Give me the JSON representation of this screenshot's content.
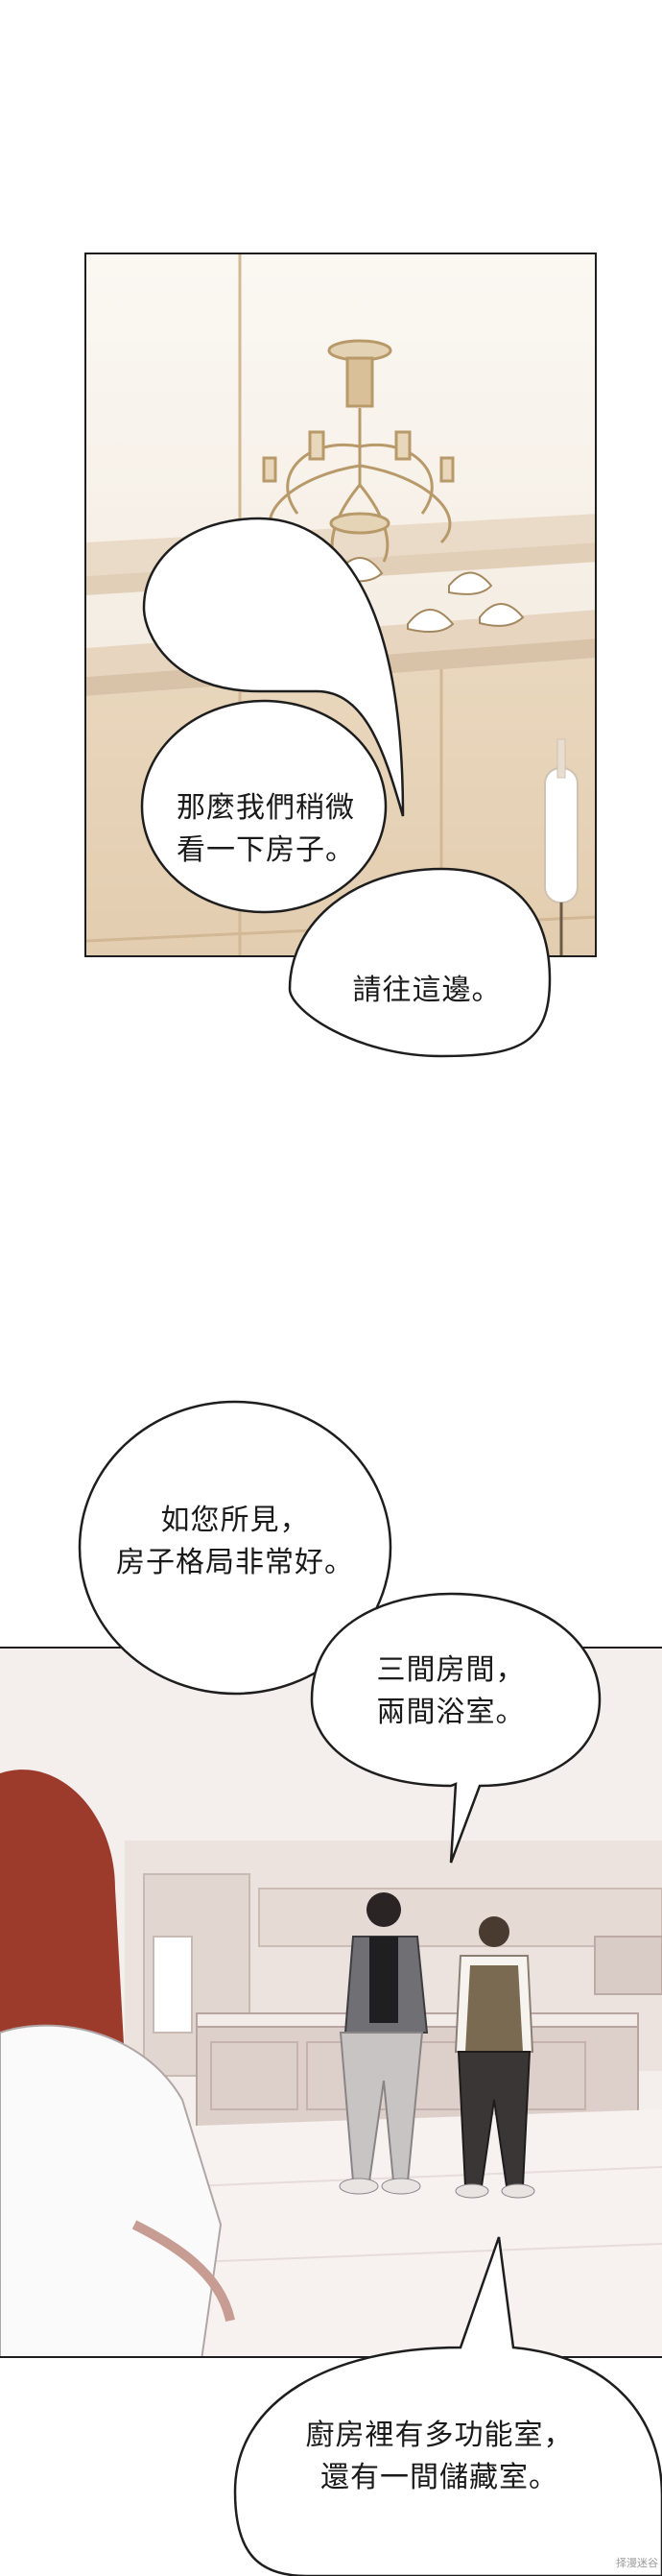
{
  "panel1": {
    "bubble_a": {
      "lines": [
        "那麼我們稍微",
        "看一下房子。"
      ]
    },
    "bubble_b": {
      "lines": [
        "請往這邊。"
      ]
    }
  },
  "panel2": {
    "bubble_a": {
      "lines": [
        "如您所見，",
        "房子格局非常好。"
      ]
    },
    "bubble_b": {
      "lines": [
        "三間房間，",
        "兩間浴室。"
      ]
    },
    "bubble_c": {
      "lines": [
        "廚房裡有多功能室，",
        "還有一間儲藏室。"
      ]
    }
  },
  "watermark": "择漫迷谷"
}
